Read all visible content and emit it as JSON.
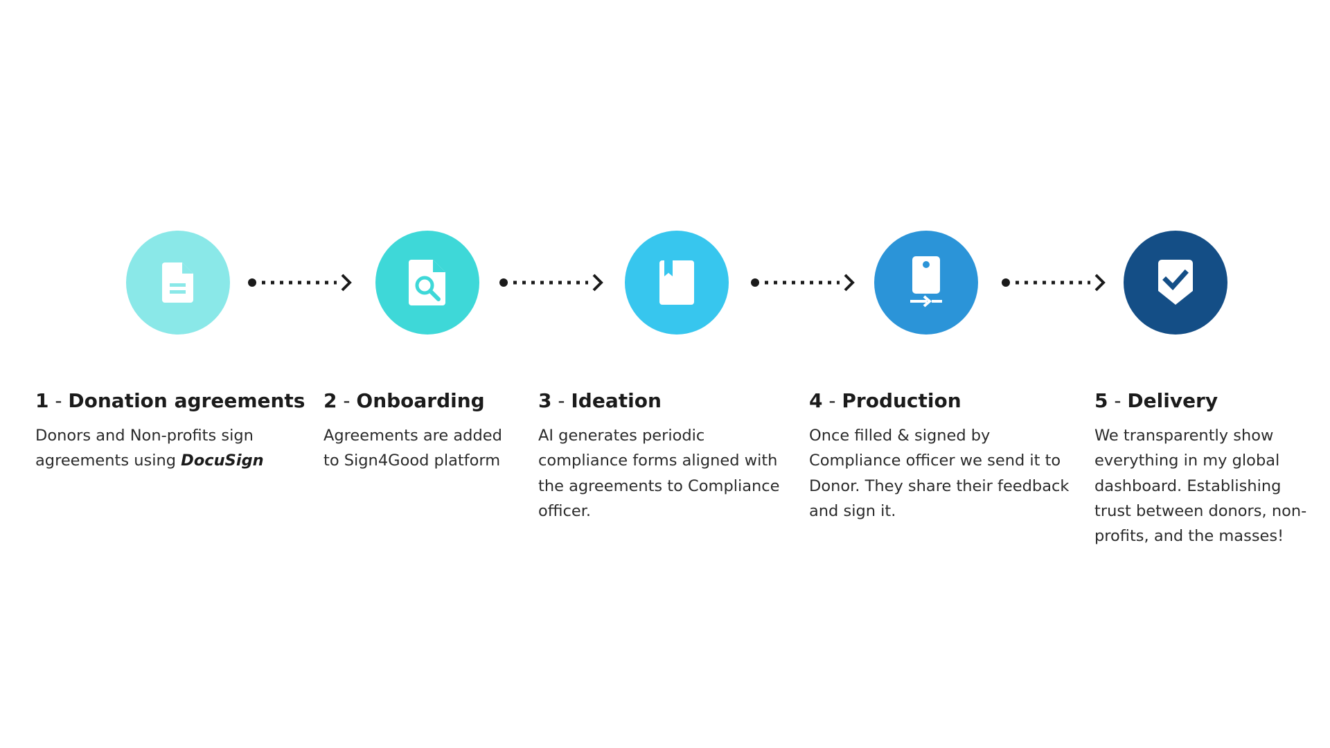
{
  "steps": [
    {
      "number": "1",
      "title": "Donation agreements",
      "description": "Donors and Non-profits sign agreements using ",
      "description_emphasis": "DocuSign",
      "icon": "document-icon",
      "color": "#8AE8E8"
    },
    {
      "number": "2",
      "title": "Onboarding",
      "description": "Agreements are added to Sign4Good platform",
      "icon": "document-search-icon",
      "color": "#3ED8D8"
    },
    {
      "number": "3",
      "title": "Ideation",
      "description": "AI generates periodic compliance forms aligned with the agreements to Compliance officer.",
      "icon": "bookmark-book-icon",
      "color": "#37C6EE"
    },
    {
      "number": "4",
      "title": "Production",
      "description": "Once filled & signed by Compliance officer we send it to Donor. They share their feedback and sign it.",
      "icon": "device-transfer-icon",
      "color": "#2B94D8"
    },
    {
      "number": "5",
      "title": "Delivery",
      "description": "We transparently show everything in my global dashboard. Establishing trust between donors, non-profits, and the masses!",
      "icon": "shield-check-icon",
      "color": "#144E86"
    }
  ],
  "separator": " - ",
  "connector_color": "#1a1a1a"
}
